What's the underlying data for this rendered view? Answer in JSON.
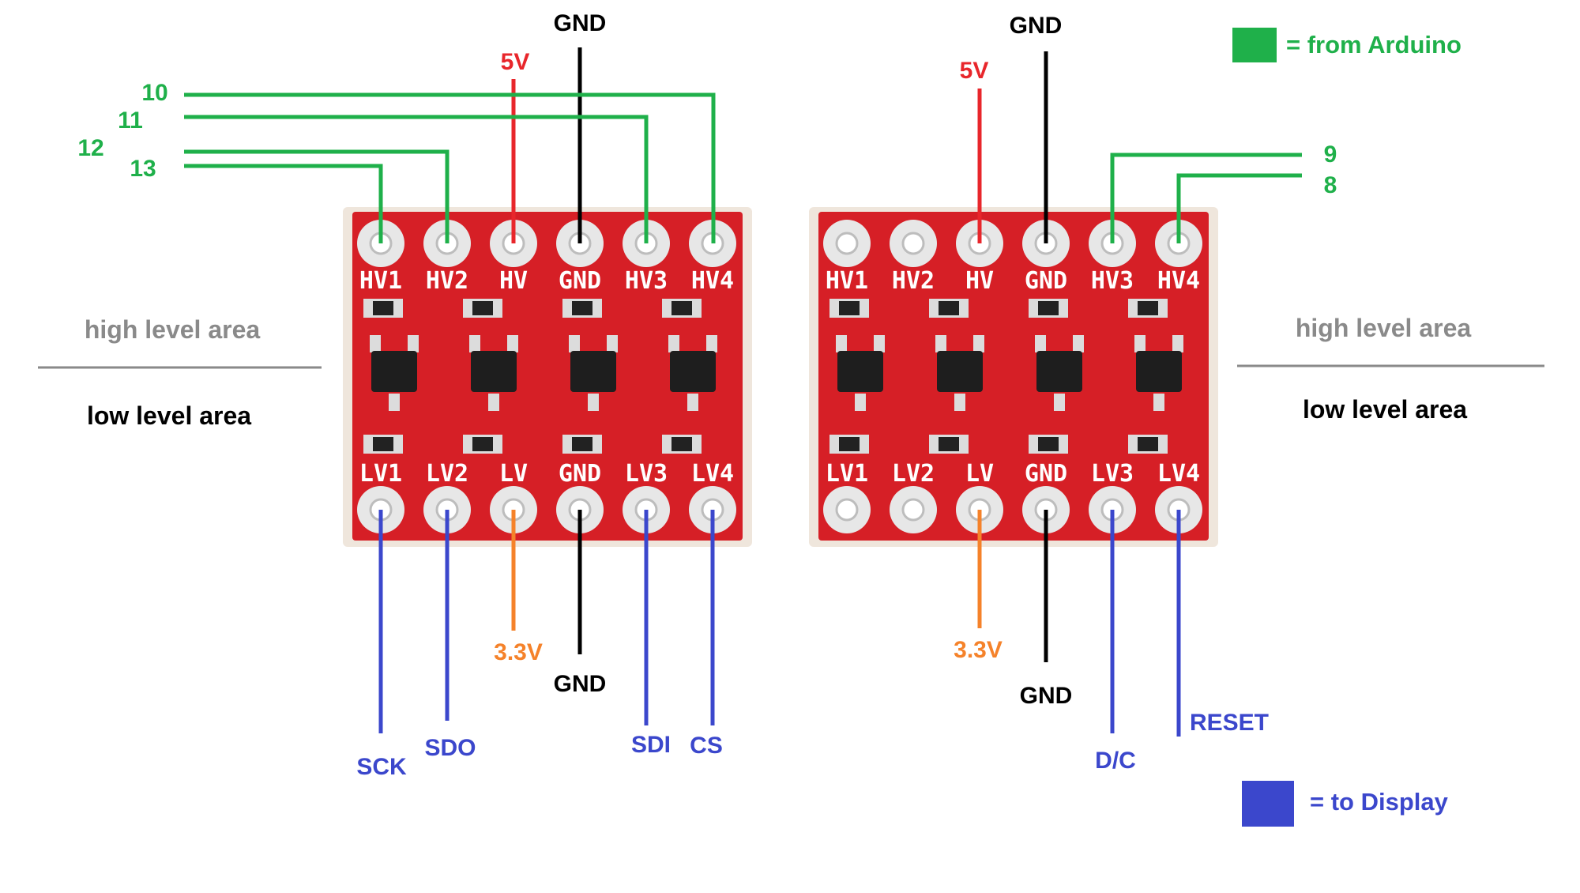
{
  "colors": {
    "arduino": "#1fb04a",
    "display": "#3b47cc",
    "power_hv": "#e8262b",
    "power_lv": "#f5822a",
    "ground": "#000000",
    "board": "#d61f26",
    "area_high": "#8a8a8a",
    "area_low": "#000000"
  },
  "legend": {
    "arduino_label": "= from Arduino",
    "display_label": "= to Display"
  },
  "areas": {
    "high_label": "high level area",
    "low_label": "low level area"
  },
  "board_pins": {
    "top": [
      "HV1",
      "HV2",
      "HV",
      "GND",
      "HV3",
      "HV4"
    ],
    "bottom": [
      "LV1",
      "LV2",
      "LV",
      "GND",
      "LV3",
      "LV4"
    ]
  },
  "left_board": {
    "gnd_top": "GND",
    "v5": "5V",
    "arduino_pins": [
      "10",
      "11",
      "12",
      "13"
    ],
    "v33": "3.3V",
    "gnd_bottom": "GND",
    "display_pins": [
      "SCK",
      "SDO",
      "SDI",
      "CS"
    ]
  },
  "right_board": {
    "gnd_top": "GND",
    "v5": "5V",
    "arduino_pins": [
      "9",
      "8"
    ],
    "v33": "3.3V",
    "gnd_bottom": "GND",
    "display_pins": [
      "D/C",
      "RESET"
    ]
  }
}
